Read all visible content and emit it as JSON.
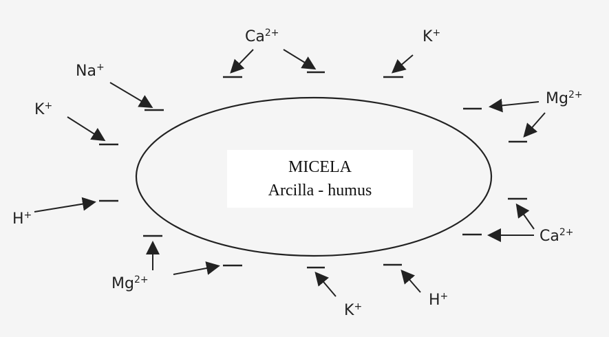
{
  "micelle": {
    "title": "MICELA",
    "subtitle": "Arcilla - humus"
  },
  "ions": {
    "na": {
      "symbol": "Na",
      "charge": "+"
    },
    "k_left": {
      "symbol": "K",
      "charge": "+"
    },
    "ca_top": {
      "symbol": "Ca",
      "charge": "2+"
    },
    "k_top": {
      "symbol": "K",
      "charge": "+"
    },
    "mg_right": {
      "symbol": "Mg",
      "charge": "2+"
    },
    "h_left": {
      "symbol": "H",
      "charge": "+"
    },
    "ca_right": {
      "symbol": "Ca",
      "charge": "2+"
    },
    "mg_bottom": {
      "symbol": "Mg",
      "charge": "2+"
    },
    "k_bottom": {
      "symbol": "K",
      "charge": "+"
    },
    "h_bottom": {
      "symbol": "H",
      "charge": "+"
    }
  },
  "colors": {
    "background": "#f5f5f5",
    "stroke": "#222222",
    "label_box": "#ffffff"
  }
}
